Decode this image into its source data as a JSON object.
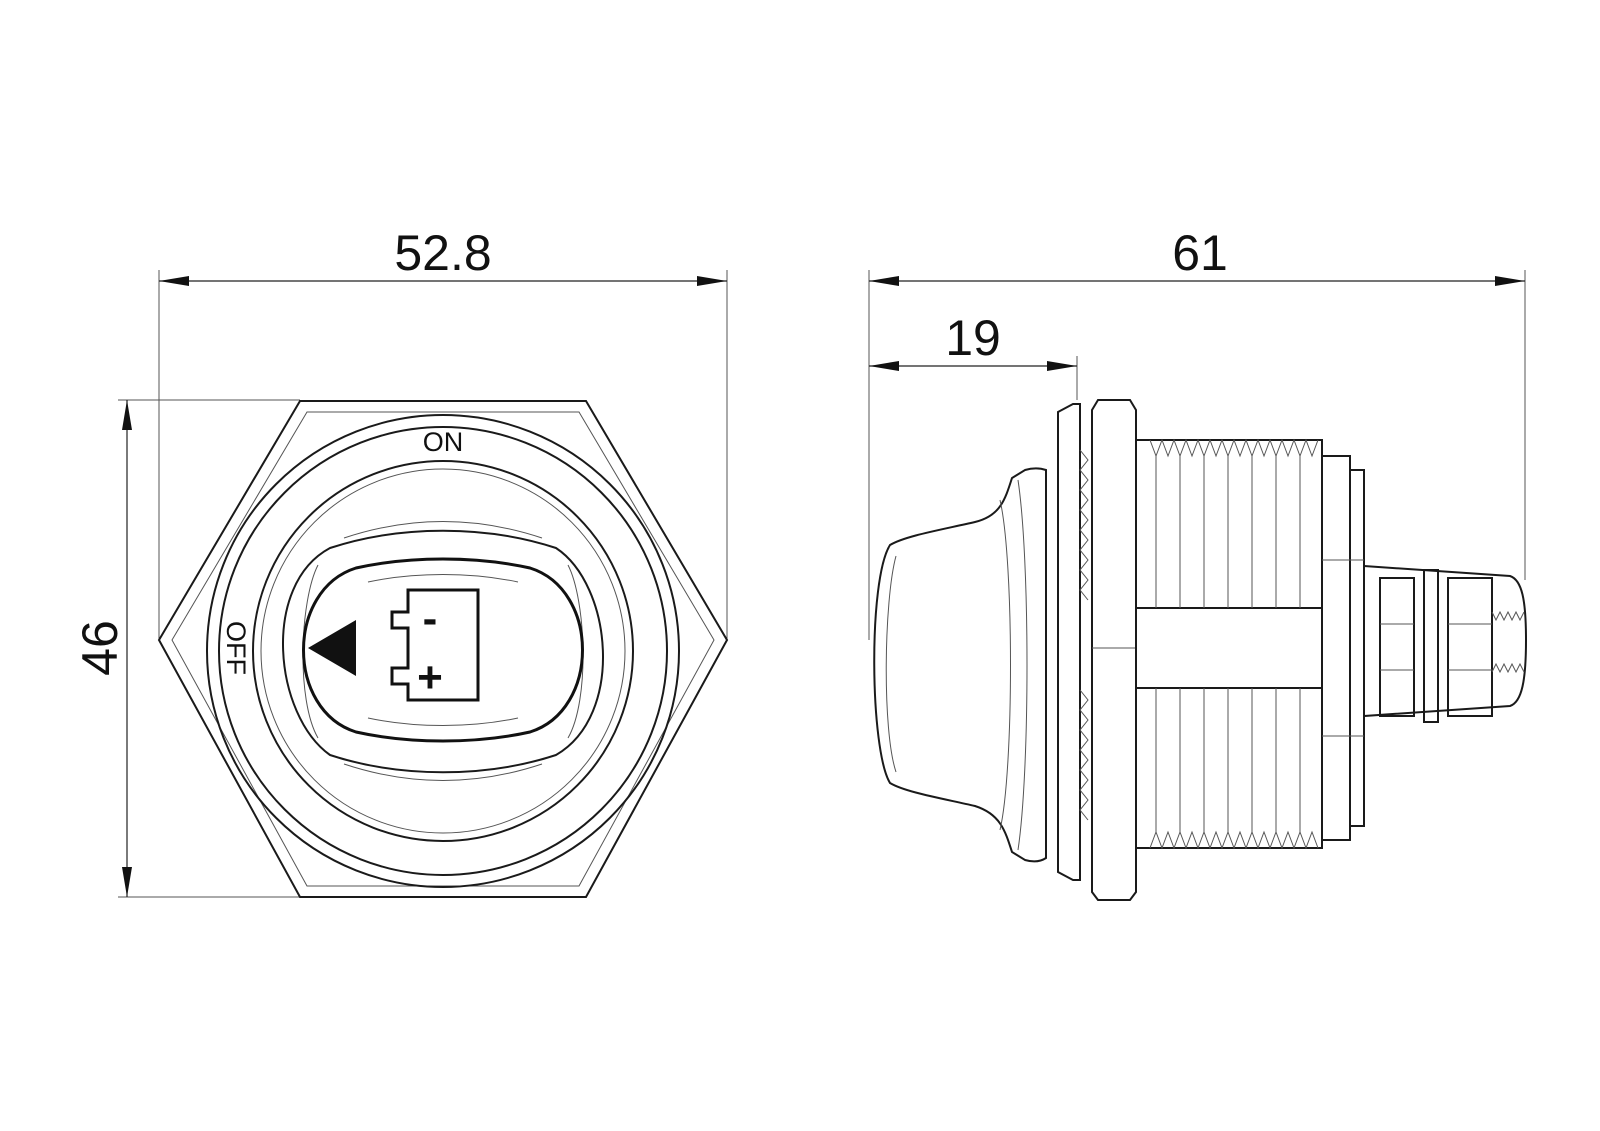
{
  "dimensions": {
    "front_width": "52.8",
    "front_height": "46",
    "side_length": "61",
    "side_knob_depth": "19"
  },
  "labels": {
    "on": "ON",
    "off": "OFF",
    "minus": "-",
    "plus": "+"
  }
}
